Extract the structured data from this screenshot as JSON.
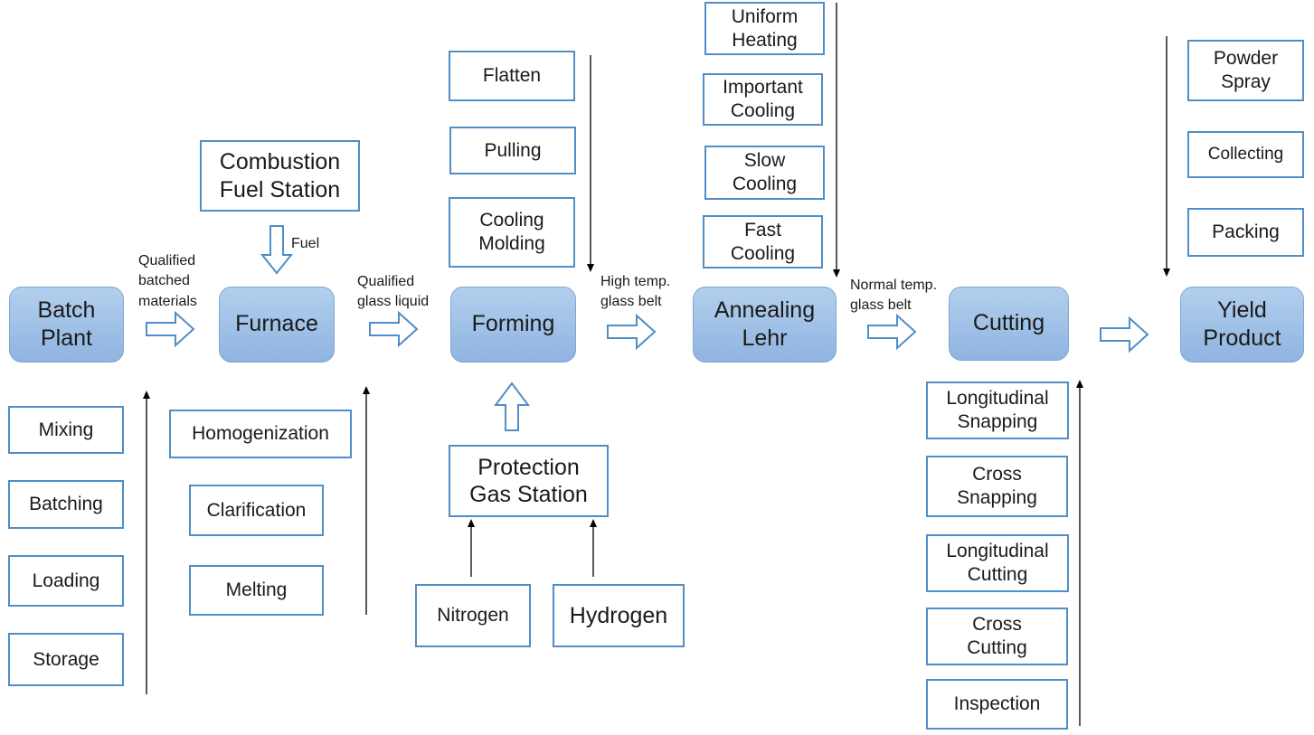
{
  "main_steps": {
    "batch_plant": "Batch\nPlant",
    "furnace": "Furnace",
    "forming": "Forming",
    "annealing_lehr": "Annealing\nLehr",
    "cutting": "Cutting",
    "yield_product": "Yield\nProduct"
  },
  "flow_labels": {
    "qualified_batched_materials": "Qualified\nbatched\nmaterials",
    "fuel": "Fuel",
    "qualified_glass_liquid": "Qualified\nglass liquid",
    "high_temp_glass_belt": "High temp.\nglass belt",
    "normal_temp_glass_belt": "Normal temp.\nglass belt"
  },
  "stations": {
    "combustion_fuel_station": "Combustion\nFuel Station",
    "protection_gas_station": "Protection\nGas Station",
    "nitrogen": "Nitrogen",
    "hydrogen": "Hydrogen"
  },
  "batch_substeps": [
    "Mixing",
    "Batching",
    "Loading",
    "Storage"
  ],
  "furnace_substeps": [
    "Homogenization",
    "Clarification",
    "Melting"
  ],
  "forming_substeps": [
    "Flatten",
    "Pulling",
    "Cooling\nMolding"
  ],
  "annealing_substeps": [
    "Uniform\nHeating",
    "Important\nCooling",
    "Slow\nCooling",
    "Fast\nCooling"
  ],
  "cutting_substeps": [
    "Longitudinal\nSnapping",
    "Cross\nSnapping",
    "Longitudinal\nCutting",
    "Cross\nCutting",
    "Inspection"
  ],
  "product_substeps": [
    "Powder\nSpray",
    "Collecting",
    "Packing"
  ],
  "colors": {
    "main_fill_top": "#b3cfee",
    "main_fill_bottom": "#8fb4e0",
    "box_border": "#4f8ec7",
    "arrow_outline": "#4f8ec7"
  }
}
